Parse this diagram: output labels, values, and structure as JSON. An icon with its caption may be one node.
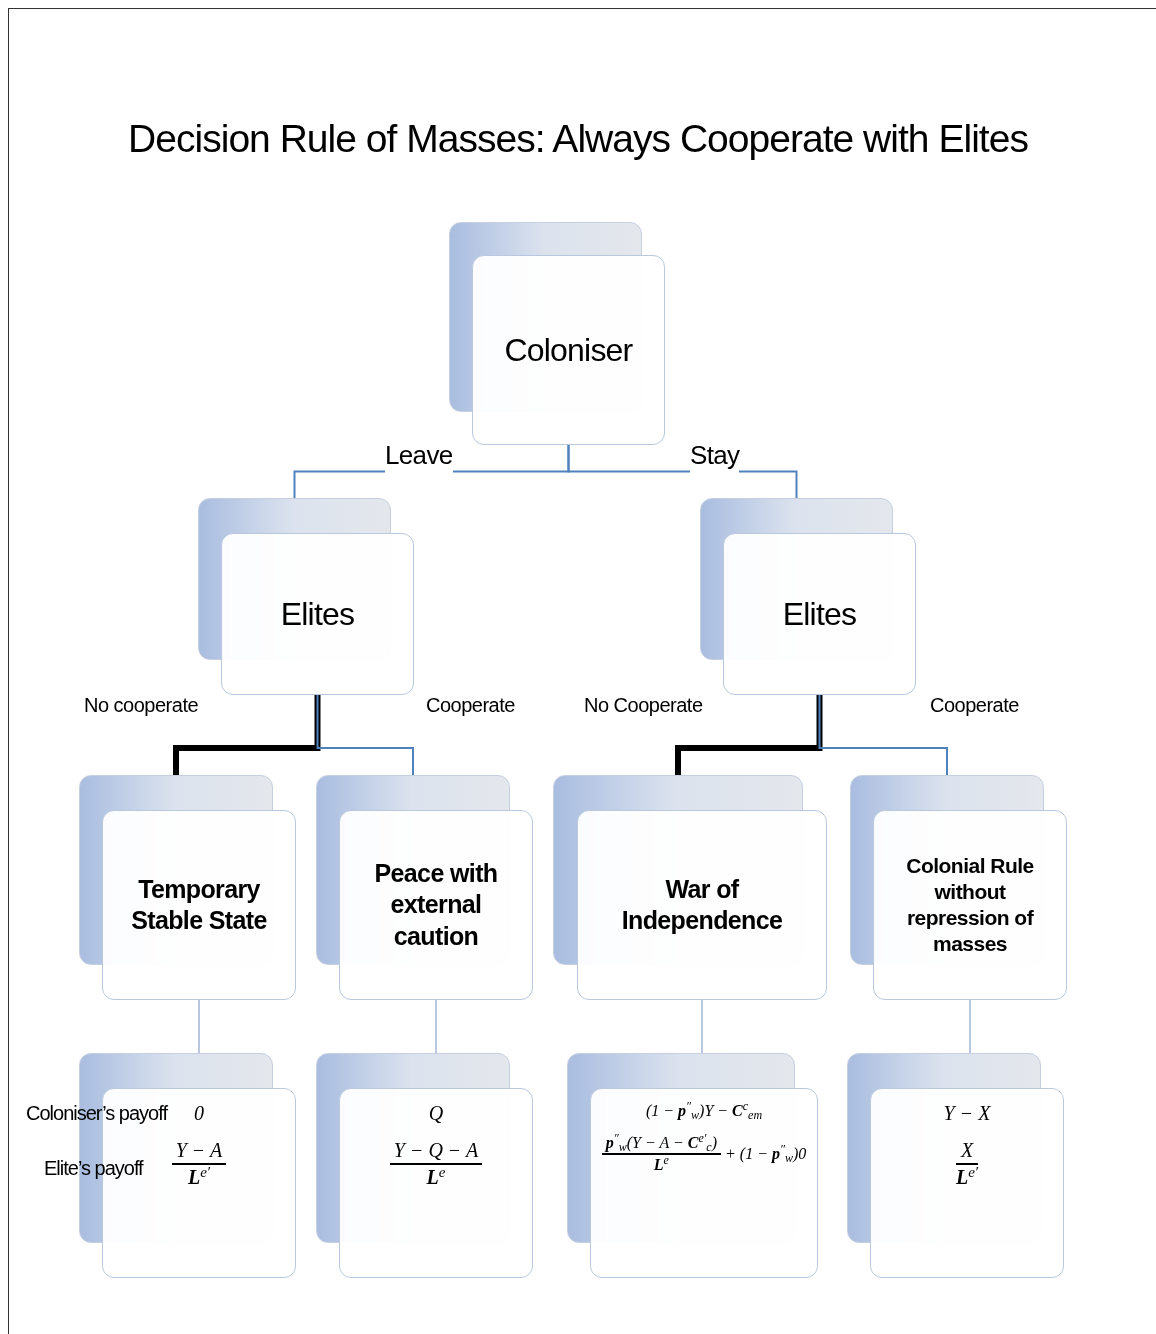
{
  "diagram": {
    "title": "Decision Rule of Masses: Always Cooperate with Elites",
    "nodes": [
      {
        "text": [
          "Coloniser"
        ]
      },
      {
        "text": [
          "Elites"
        ]
      },
      {
        "text": [
          "Elites"
        ]
      },
      {
        "text": [
          "Temporary Stable State"
        ]
      },
      {
        "text": [
          "Peace with external caution"
        ]
      },
      {
        "text": [
          "War of Independence"
        ]
      },
      {
        "text": [
          "Colonial Rule without repression of masses"
        ]
      },
      {
        "text": [
          "0",
          "Y − A",
          "**L**$^{e′}$"
        ]
      },
      {
        "text": [
          "Q",
          "Y − Q − A",
          "**L**$^{e}$"
        ]
      },
      {
        "text": [
          "(1 − **p**$^{″}$$_{w}$)Y − **C**$^{c}$$_{em}$",
          "**p**$^{″}$$_{w}$(Y − A − **C**$^{e′}$$_{c}$)",
          "**L**$^{e}$",
          "+ (1 − **p**$^{″}$$_{w}$)0"
        ]
      },
      {
        "text": [
          "Y − X",
          "X",
          "**L**$^{e′}$"
        ]
      }
    ],
    "edges": [
      {
        "from": 0,
        "to": 1,
        "arrow": "none",
        "label": "Leave"
      },
      {
        "from": 0,
        "to": 2,
        "arrow": "none",
        "label": "Stay"
      },
      {
        "from": 1,
        "to": 3,
        "arrow": "none",
        "label": "No cooperate",
        "style": "thick",
        "color": "#000000"
      },
      {
        "from": 1,
        "to": 4,
        "arrow": "none",
        "label": "Cooperate"
      },
      {
        "from": 2,
        "to": 5,
        "arrow": "none",
        "label": "No Cooperate",
        "style": "thick",
        "color": "#000000"
      },
      {
        "from": 2,
        "to": 6,
        "arrow": "none",
        "label": "Cooperate"
      },
      {
        "from": 3,
        "to": 7,
        "arrow": "none",
        "color": "#b9c8df"
      },
      {
        "from": 4,
        "to": 8,
        "arrow": "none",
        "color": "#b9c8df"
      },
      {
        "from": 5,
        "to": 9,
        "arrow": "none",
        "color": "#b9c8df"
      },
      {
        "from": 6,
        "to": 10,
        "arrow": "none",
        "color": "#b9c8df"
      }
    ],
    "labels": [
      "Coloniser’s payoff",
      "Elite’s payoff"
    ]
  }
}
